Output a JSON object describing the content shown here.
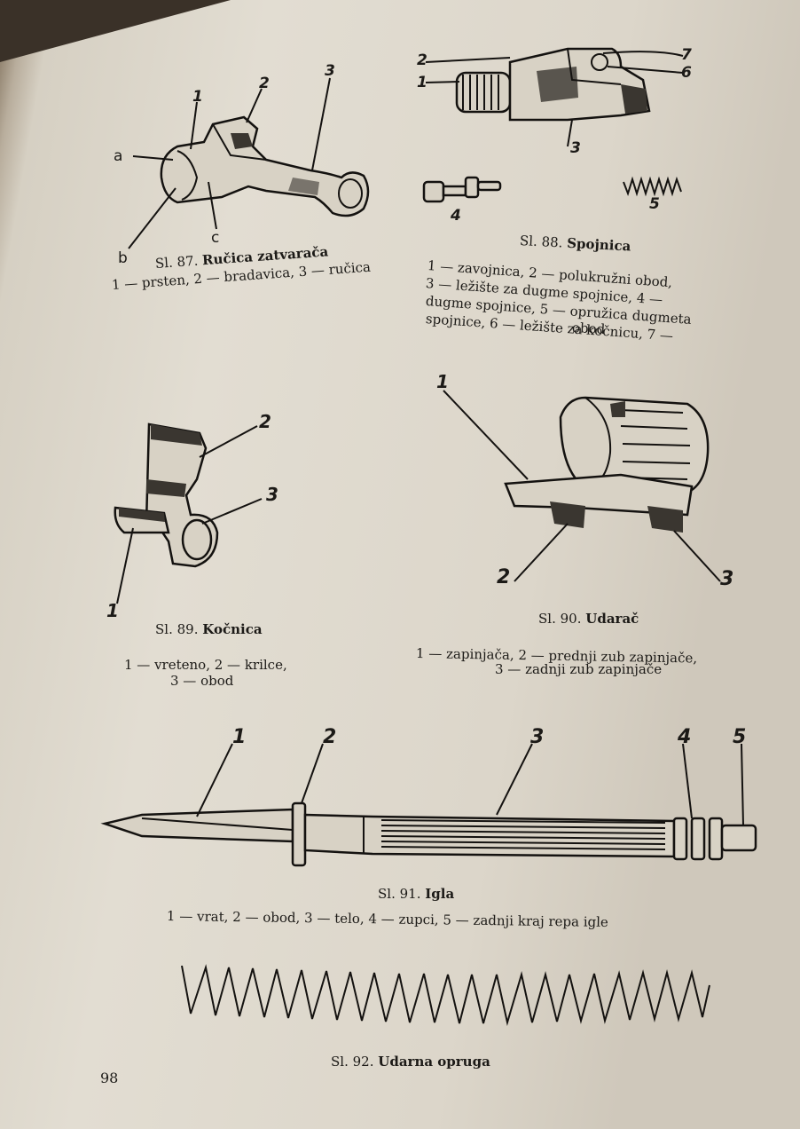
{
  "page_number": "98",
  "figures": [
    {
      "id": "fig87",
      "number": "Sl. 87.",
      "title": "Ručica zatvarača",
      "legend": [
        "1 — prsten, 2 — bradavica, 3 — ručica"
      ],
      "labels": [
        "a",
        "b",
        "c",
        "1",
        "2",
        "3"
      ]
    },
    {
      "id": "fig88",
      "number": "Sl. 88.",
      "title": "Spojnica",
      "legend": [
        "1 — zavojnica, 2 — polukružni obod,",
        "3 — ležište za dugme spojnice, 4 —",
        "dugme spojnice, 5 — opružica dugmeta",
        "spojnice, 6 — ležište za kočnicu, 7 —",
        "obod"
      ],
      "labels": [
        "1",
        "2",
        "3",
        "4",
        "5",
        "6",
        "7"
      ]
    },
    {
      "id": "fig89",
      "number": "Sl. 89.",
      "title": "Kočnica",
      "legend": [
        "1 — vreteno, 2 — krilce,",
        "3 — obod"
      ],
      "labels": [
        "1",
        "2",
        "3"
      ]
    },
    {
      "id": "fig90",
      "number": "Sl. 90.",
      "title": "Udarač",
      "legend": [
        "1 — zapinjača, 2 — prednji zub zapinjače,",
        "3 — zadnji zub zapinjače"
      ],
      "labels": [
        "1",
        "2",
        "3"
      ]
    },
    {
      "id": "fig91",
      "number": "Sl. 91.",
      "title": "Igla",
      "legend": [
        "1 — vrat, 2 — obod, 3 — telo, 4 — zupci, 5 — zadnji kraj repa igle"
      ],
      "labels": [
        "1",
        "2",
        "3",
        "4",
        "5"
      ]
    },
    {
      "id": "fig92",
      "number": "Sl. 92.",
      "title": "Udarna opruga",
      "legend": [],
      "labels": []
    }
  ]
}
